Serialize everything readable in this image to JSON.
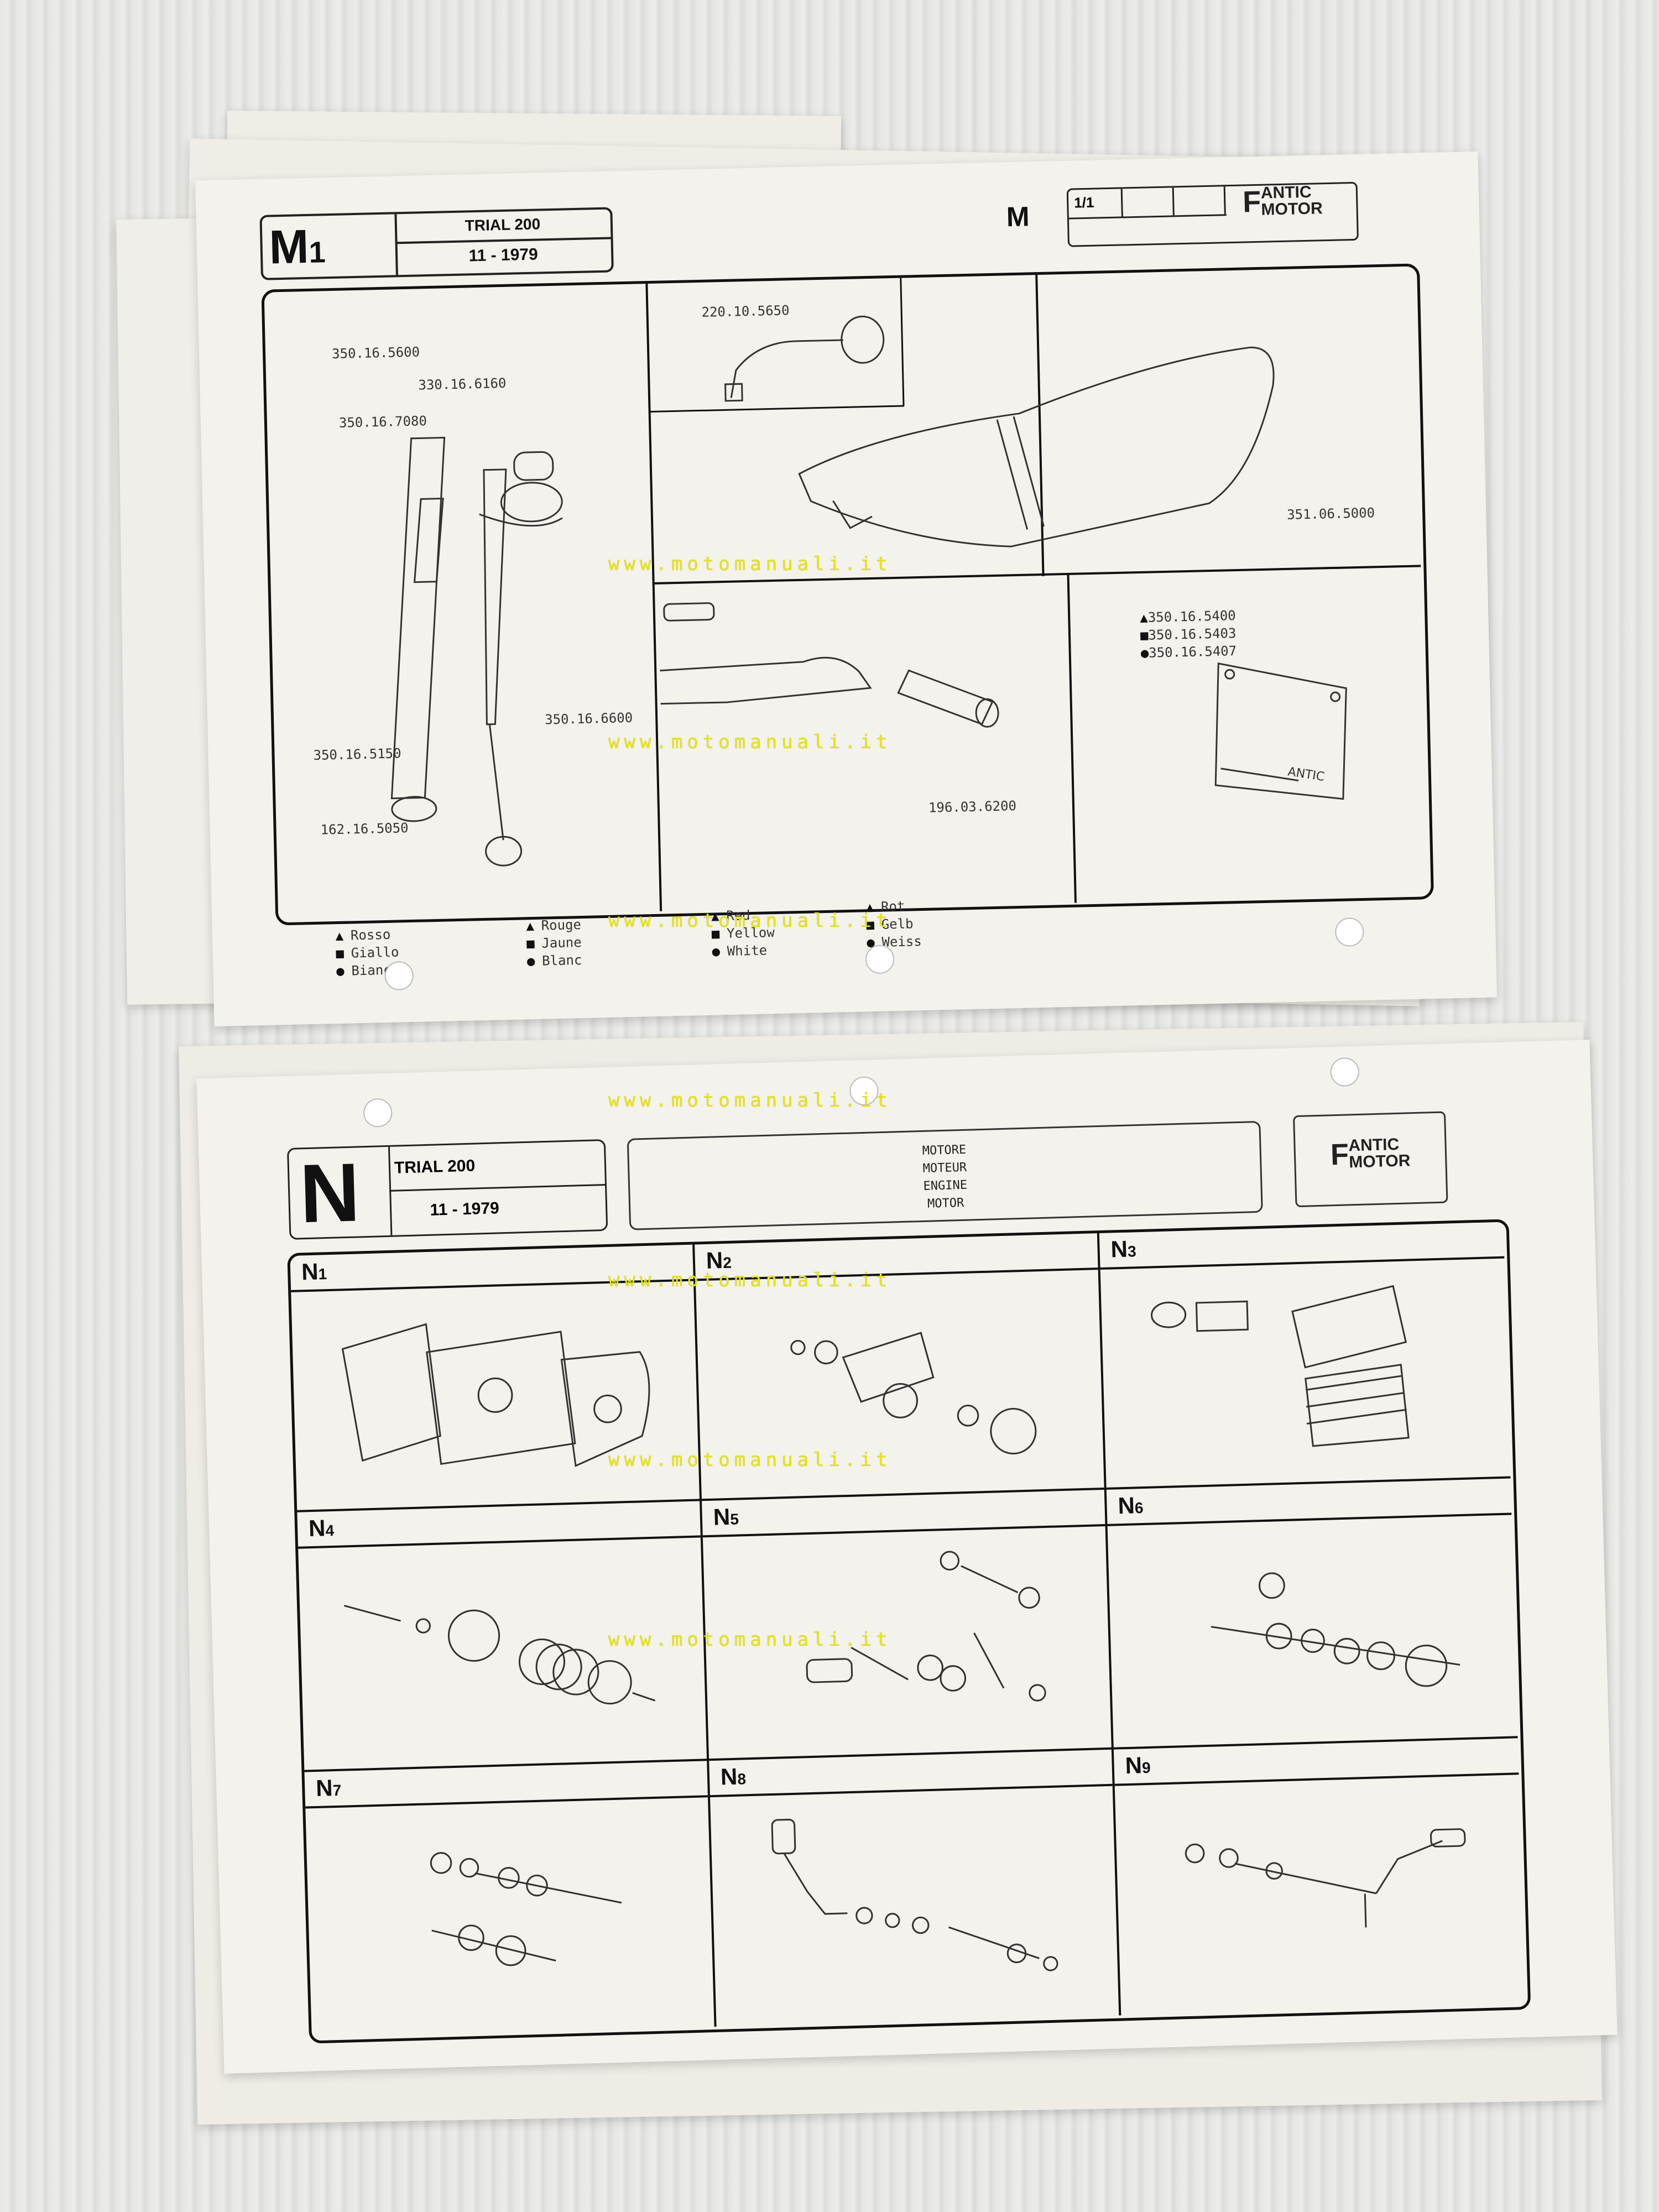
{
  "sheet_m": {
    "section_letter": "M",
    "section_sub": "1",
    "model": "TRIAL 200",
    "date": "11 - 1979",
    "section": "M",
    "page_count": "1/1",
    "logo_line1": "ANTIC",
    "logo_line2": "MOTOR",
    "logo_initial": "F",
    "parts": {
      "p1": "350.16.5600",
      "p2": "330.16.6160",
      "p3": "350.16.7080",
      "p4": "350.16.6600",
      "p5": "350.16.5150",
      "p6": "162.16.5050",
      "p7": "220.10.5650",
      "p8": "351.06.5000",
      "p9": "350.16.5400",
      "p10": "350.16.5403",
      "p11": "350.16.5407",
      "p12": "196.03.6200"
    },
    "legend": [
      [
        "Rosso",
        "Giallo",
        "Bianco"
      ],
      [
        "Rouge",
        "Jaune",
        "Blanc"
      ],
      [
        "Red",
        "Yellow",
        "White"
      ],
      [
        "Rot",
        "Gelb",
        "Weiss"
      ]
    ],
    "legend_marks": [
      "▲",
      "■",
      "●"
    ]
  },
  "sheet_n": {
    "section_letter": "N",
    "model": "TRIAL 200",
    "date": "11 - 1979",
    "description": [
      "MOTORE",
      "MOTEUR",
      "ENGINE",
      "MOTOR"
    ],
    "logo_initial": "F",
    "logo_line1": "ANTIC",
    "logo_line2": "MOTOR",
    "cells": [
      {
        "letter": "N",
        "num": "1"
      },
      {
        "letter": "N",
        "num": "2"
      },
      {
        "letter": "N",
        "num": "3"
      },
      {
        "letter": "N",
        "num": "4"
      },
      {
        "letter": "N",
        "num": "5"
      },
      {
        "letter": "N",
        "num": "6"
      },
      {
        "letter": "N",
        "num": "7"
      },
      {
        "letter": "N",
        "num": "8"
      },
      {
        "letter": "N",
        "num": "9"
      }
    ]
  },
  "watermark": "www.motomanuali.it"
}
